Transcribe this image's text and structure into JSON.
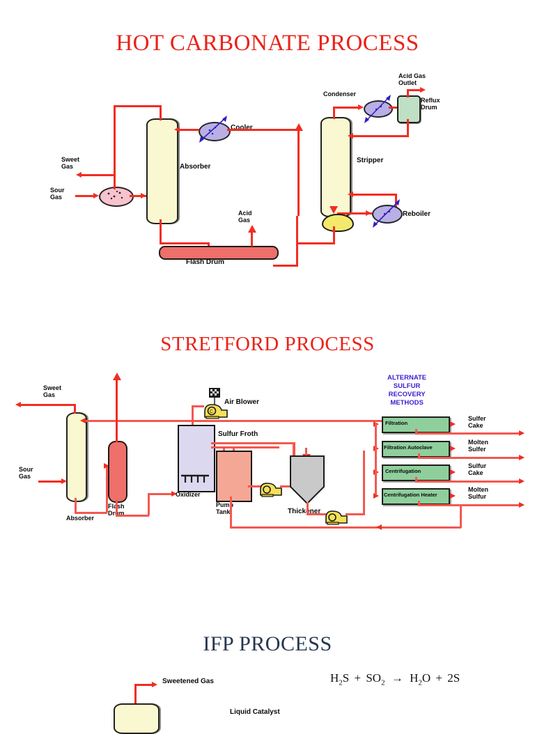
{
  "page": {
    "background": "#ffffff",
    "pipe_color": "#f22d22",
    "title_red": "#e8231a",
    "title_blue": "#27364f",
    "accent_purple": "#2b1fc4"
  },
  "section1": {
    "title": "HOT CARBONATE PROCESS",
    "labels": {
      "sweet_gas": "Sweet\nGas",
      "sour_gas": "Sour\nGas",
      "absorber": "Absorber",
      "cooler": "Cooler",
      "acid_gas": "Acid\nGas",
      "flash_drum": "Flash Drum",
      "condenser": "Condenser",
      "acid_gas_outlet": "Acid Gas\nOutlet",
      "reflux_drum": "Reflux\nDrum",
      "stripper": "Stripper",
      "reboiler": "Reboiler"
    }
  },
  "section2": {
    "title": "STRETFORD PROCESS",
    "labels": {
      "sweet_gas": "Sweet\nGas",
      "sour_gas": "Sour\nGas",
      "absorber": "Absorber",
      "flash_drum": "Flash\nDrum",
      "air_blower": "Air Blower",
      "oxidizer": "Oxidizer",
      "pump_tank": "Pump\nTank",
      "sulfur_froth": "Sulfur Froth",
      "thickener": "Thickener",
      "alternate_methods": "ALTERNATE\nSULFUR\nRECOVERY\nMETHODS"
    },
    "recovery_methods": [
      {
        "name": "Filtration",
        "output": "Sulfer\nCake"
      },
      {
        "name": "Filtration Autoclave",
        "output": "Molten\nSulfer"
      },
      {
        "name": "Centrifugation",
        "output": "Sulfur\nCake"
      },
      {
        "name": "Centrifugation Heater",
        "output": "Molten\nSulfur"
      }
    ]
  },
  "section3": {
    "title": "IFP PROCESS",
    "labels": {
      "sweetened_gas": "Sweetened Gas",
      "liquid_catalyst": "Liquid Catalyst"
    },
    "equation": {
      "reactant1_formula": "H",
      "reactant1_sub": "2",
      "reactant1_tail": "S",
      "plus1": "+",
      "reactant2_formula": "SO",
      "reactant2_sub": "2",
      "arrow": "→",
      "product1_formula": "H",
      "product1_sub": "2",
      "product1_tail": "O",
      "plus2": "+",
      "product2": "2S"
    }
  }
}
